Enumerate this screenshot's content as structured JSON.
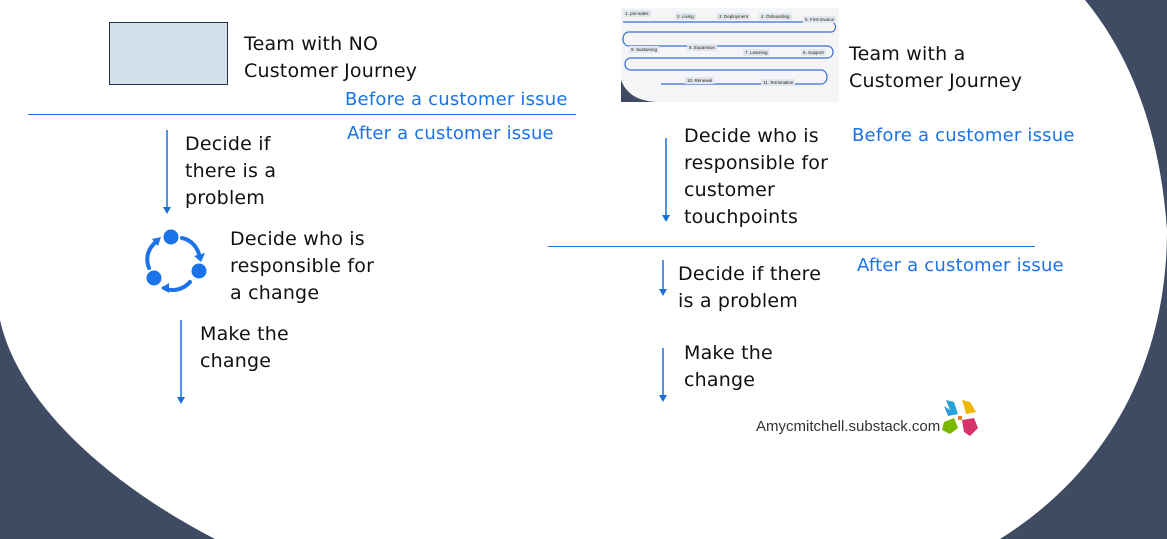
{
  "colors": {
    "background": "#ffffff",
    "shape": "#3e4b63",
    "accent_blue": "#1a73e8",
    "arrow": "#1a6fd8",
    "placeholder_fill": "#d4dfec"
  },
  "left": {
    "title_line1": "Team with NO",
    "title_line2": "Customer Journey",
    "before_label": "Before a customer issue",
    "after_label": "After a customer issue",
    "step1": [
      "Decide if",
      "there is a",
      "problem"
    ],
    "step2": [
      "Decide who is",
      "responsible for",
      "a change"
    ],
    "step3": [
      "Make the",
      "change"
    ],
    "cycle_icon": "cycle-icon"
  },
  "right": {
    "title_line1": "Team with a",
    "title_line2": "Customer Journey",
    "before_label": "Before a customer issue",
    "after_label": "After a customer issue",
    "step1": [
      "Decide who is",
      "responsible for",
      "customer",
      "touchpoints"
    ],
    "step2": [
      "Decide if there",
      "is a problem"
    ],
    "step3": [
      "Make the",
      "change"
    ]
  },
  "journey_thumbnail": {
    "stages": [
      "1. pre-sales",
      "2. Living",
      "3. Deployment",
      "4. Onboarding",
      "5. First invoice",
      "9. Sustaining",
      "8. Expansion",
      "7. Learning",
      "6. Support",
      "10. Renewal",
      "11. Termination"
    ]
  },
  "watermark": "Amycmitchell.substack.com",
  "logo_icon": "colorful-hands-logo"
}
